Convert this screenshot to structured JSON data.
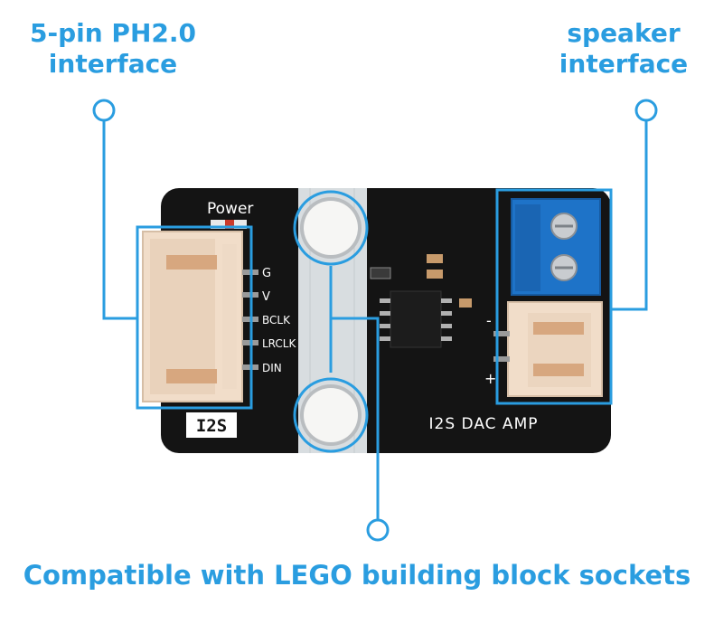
{
  "callouts": {
    "left_line1": "5-pin PH2.0",
    "left_line2": "interface",
    "right_line1": "speaker",
    "right_line2": "interface",
    "bottom": "Compatible with LEGO building block sockets"
  },
  "board": {
    "power_label": "Power",
    "pin_labels": [
      "G",
      "V",
      "BCLK",
      "LRCLK",
      "DIN"
    ],
    "badge": "I2S",
    "name": "I2S DAC AMP",
    "polarity_minus": "-",
    "polarity_plus": "+"
  },
  "colors": {
    "accent": "#2a9de0",
    "pcb": "#141414",
    "connector": "#f1ddc9",
    "terminal": "#1e73c8"
  }
}
